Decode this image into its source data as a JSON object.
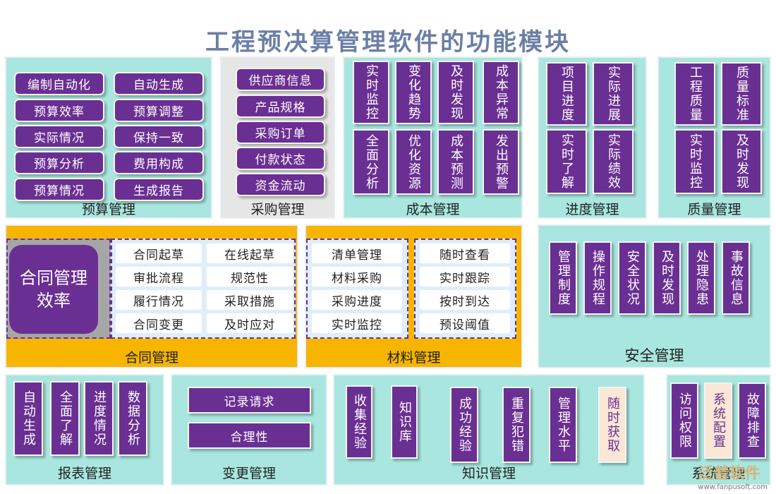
{
  "title": "工程预决算管理软件的功能模块",
  "budget": {
    "label": "预算管理",
    "items": [
      "编制自动化",
      "自动生成",
      "预算效率",
      "预算调整",
      "实际情况",
      "保持一致",
      "预算分析",
      "费用构成",
      "预算情况",
      "生成报告"
    ]
  },
  "procurement": {
    "label": "采购管理",
    "items": [
      "供应商信息",
      "产品规格",
      "采购订单",
      "付款状态",
      "资金流动"
    ]
  },
  "cost": {
    "label": "成本管理",
    "items": [
      "实时监控",
      "变化趋势",
      "及时发现",
      "成本异常",
      "全面分析",
      "优化资源",
      "成本预测",
      "发出预警"
    ]
  },
  "progress": {
    "label": "进度管理",
    "items": [
      "项目进度",
      "实际进展",
      "实时了解",
      "实际绩效"
    ]
  },
  "quality": {
    "label": "质量管理",
    "items": [
      "工程质量",
      "质量标准",
      "实时监控",
      "及时发现"
    ]
  },
  "contract": {
    "label": "合同管理",
    "big": "合同管理效率",
    "items": [
      "合同起草",
      "在线起草",
      "审批流程",
      "规范性",
      "履行情况",
      "采取措施",
      "合同变更",
      "及时应对"
    ]
  },
  "material": {
    "label": "材料管理",
    "left": [
      "清单管理",
      "材料采购",
      "采购进度",
      "实时监控"
    ],
    "right": [
      "随时查看",
      "实时跟踪",
      "按时到达",
      "预设阈值"
    ]
  },
  "safety": {
    "label": "安全管理",
    "items": [
      "管理制度",
      "操作规程",
      "安全状况",
      "及时发现",
      "处理隐患",
      "事故信息"
    ]
  },
  "report": {
    "label": "报表管理",
    "items": [
      "自动生成",
      "全面了解",
      "进度情况",
      "数据分析"
    ]
  },
  "change": {
    "label": "变更管理",
    "items": [
      "记录请求",
      "合理性"
    ]
  },
  "knowledge": {
    "label": "知识管理",
    "items": [
      "收集经验",
      "知识库",
      "成功经验",
      "重复犯错",
      "管理水平",
      "随时获取"
    ]
  },
  "system": {
    "label": "系统管理",
    "items": [
      "访问权限",
      "系统配置",
      "故障排查"
    ]
  },
  "watermark": {
    "brand": "泛普软件",
    "url": "www.fanpusoft.com"
  },
  "colors": {
    "purple": "#6a2f93",
    "teal": "#a8e6df",
    "orange": "#f7b500",
    "gray": "#e6e6e6"
  }
}
